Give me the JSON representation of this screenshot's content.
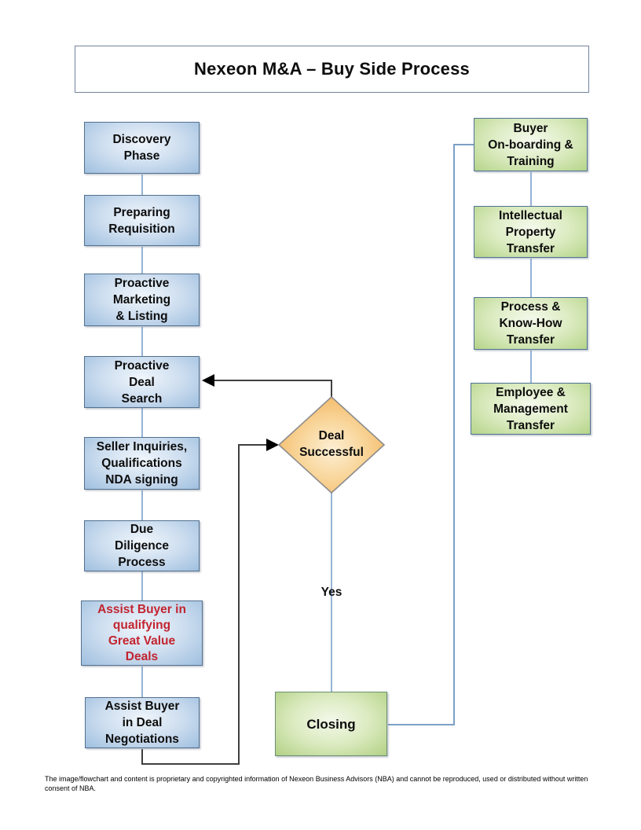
{
  "title": "Nexeon M&A – Buy Side Process",
  "flowchart": {
    "left_column": [
      {
        "label": "Discovery\nPhase"
      },
      {
        "label": "Preparing\nRequisition"
      },
      {
        "label": "Proactive\nMarketing\n& Listing"
      },
      {
        "label": "Proactive\nDeal\nSearch"
      },
      {
        "label": "Seller Inquiries,\nQualifications\nNDA signing"
      },
      {
        "label": "Due\nDiligence\nProcess"
      },
      {
        "label": "Assist Buyer in\nqualifying\nGreat Value\nDeals",
        "text_color": "#c22430"
      },
      {
        "label": "Assist Buyer\nin Deal\nNegotiations"
      }
    ],
    "decision": {
      "label": "Deal\nSuccessful"
    },
    "yes_label": "Yes",
    "closing": {
      "label": "Closing"
    },
    "right_column": [
      {
        "label": "Buyer\nOn-boarding &\nTraining"
      },
      {
        "label": "Intellectual\nProperty\nTransfer"
      },
      {
        "label": "Process &\nKnow-How\nTransfer"
      },
      {
        "label": "Employee &\nManagement\nTransfer"
      }
    ]
  },
  "footer": "The image/flowchart and content is proprietary and copyrighted information of Nexeon Business Advisors (NBA) and cannot be reproduced, used or distributed without written consent of NBA.",
  "colors": {
    "blue_box_fill_edge": "#9fbfdf",
    "blue_box_border": "#54718f",
    "green_box_fill_edge": "#b5d489",
    "green_box_border": "#4f7396",
    "diamond_fill_edge": "#f2b35c",
    "diamond_border": "#8c8c8c",
    "blue_connector": "#95b3d7",
    "dark_connector": "#3f3f3f",
    "red_text": "#c22430"
  }
}
